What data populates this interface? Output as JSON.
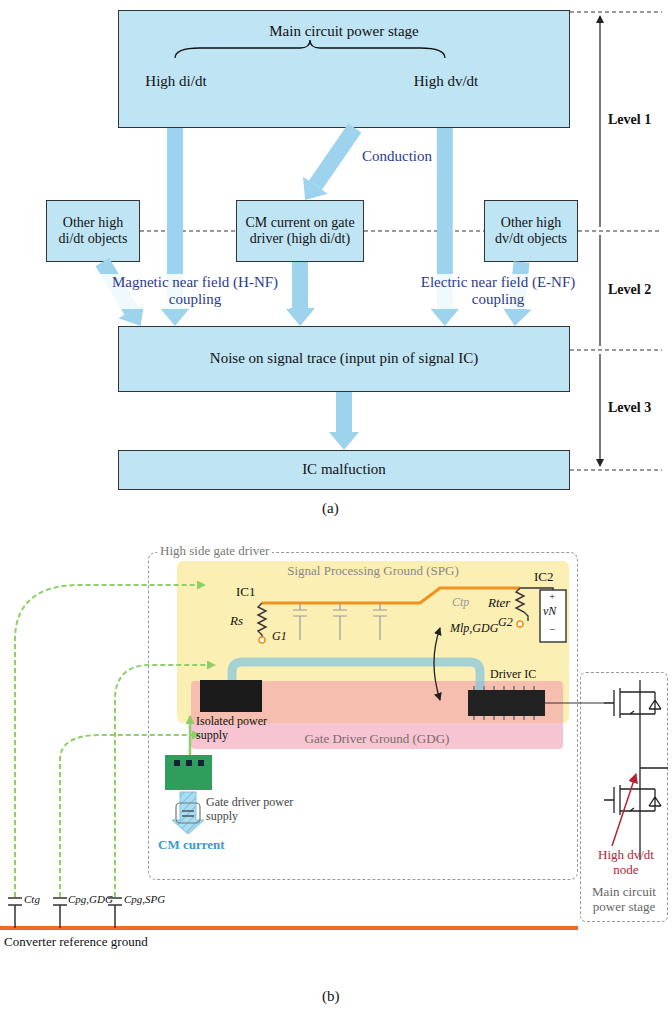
{
  "diagram": {
    "nodes": [
      {
        "text": [
          "Main circuit power stage",
          "High di/dt",
          "High dv/dt"
        ]
      },
      {
        "text": [
          "Other high di/dt objects"
        ]
      },
      {
        "text": [
          "CM current on gate driver (high di/dt)"
        ]
      },
      {
        "text": [
          "Other high dv/dt objects"
        ]
      },
      {
        "text": [
          "Noise on signal trace (input pin of signal IC)"
        ]
      },
      {
        "text": [
          "IC malfuction"
        ]
      },
      {
        "text": [
          "High side gate driver"
        ]
      },
      {
        "text": [
          "Signal Processing Ground (SPG)"
        ],
        "in": 6
      },
      {
        "text": [
          "Gate Driver Ground (GDG)"
        ],
        "in": 6
      },
      {
        "text": [
          "Main circuit power stage"
        ]
      }
    ],
    "edges": [
      {
        "from": 0,
        "to": 2,
        "arrow": "to",
        "label": "Conduction"
      },
      {
        "from": 0,
        "to": 4,
        "arrow": "to"
      },
      {
        "from": 0,
        "to": 4,
        "arrow": "to"
      },
      {
        "from": 1,
        "to": 4,
        "arrow": "to"
      },
      {
        "from": 2,
        "to": 4,
        "arrow": "to"
      },
      {
        "from": 3,
        "to": 4,
        "arrow": "to"
      },
      {
        "from": 4,
        "to": 5,
        "arrow": "to"
      }
    ],
    "labels": [
      "Magnetic near field (H-NF) coupling",
      "Electric near field (E-NF) coupling",
      "Level 1",
      "Level 2",
      "Level 3",
      "(a)",
      "IC1",
      "Rs",
      "G1",
      "IC2",
      "Rter",
      "G2",
      "+",
      "vN",
      "−",
      "Ctp",
      "Mlp,GDG",
      "Isolated power supply",
      "Driver IC",
      "Gate driver power supply",
      "CM current",
      "Ctg",
      "Cpg,GDG",
      "Cpg,SPG",
      "High dv/dt node",
      "Converter reference ground",
      "(b)"
    ]
  }
}
